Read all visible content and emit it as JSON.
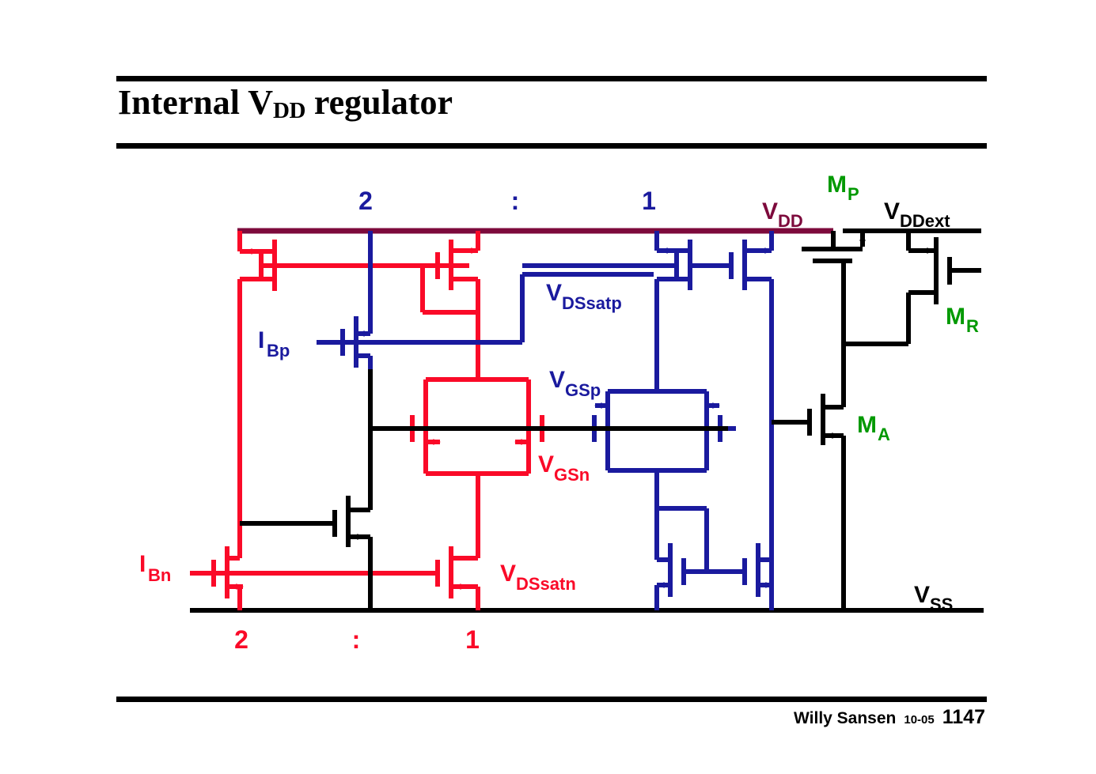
{
  "slide": {
    "title_main": "Internal V",
    "title_sub": "DD",
    "title_tail": " regulator"
  },
  "footer": {
    "author": "Willy Sansen",
    "date": "10-05",
    "page": "1147"
  },
  "colors": {
    "red": "#fa0a28",
    "blue": "#1a1a9e",
    "green": "#009900",
    "maroon": "#7d0a3c",
    "black": "#000000"
  },
  "labels": {
    "ratio_top_left": "2",
    "ratio_top_colon": ":",
    "ratio_top_right": "1",
    "ratio_bottom_left": "2",
    "ratio_bottom_colon": ":",
    "ratio_bottom_right": "1",
    "vdd": "V",
    "vdd_sub": "DD",
    "vddext": "V",
    "vddext_sub": "DDext",
    "vss": "V",
    "vss_sub": "SS",
    "ibp": "I",
    "ibp_sub": "Bp",
    "ibn": "I",
    "ibn_sub": "Bn",
    "vdssatp": "V",
    "vdssatp_sub": "DSsatp",
    "vdssatn": "V",
    "vdssatn_sub": "DSsatn",
    "vgsp": "V",
    "vgsp_sub": "GSp",
    "vgsn": "V",
    "vgsn_sub": "GSn",
    "mp": "M",
    "mp_sub": "P",
    "mr": "M",
    "mr_sub": "R",
    "ma": "M",
    "ma_sub": "A"
  }
}
